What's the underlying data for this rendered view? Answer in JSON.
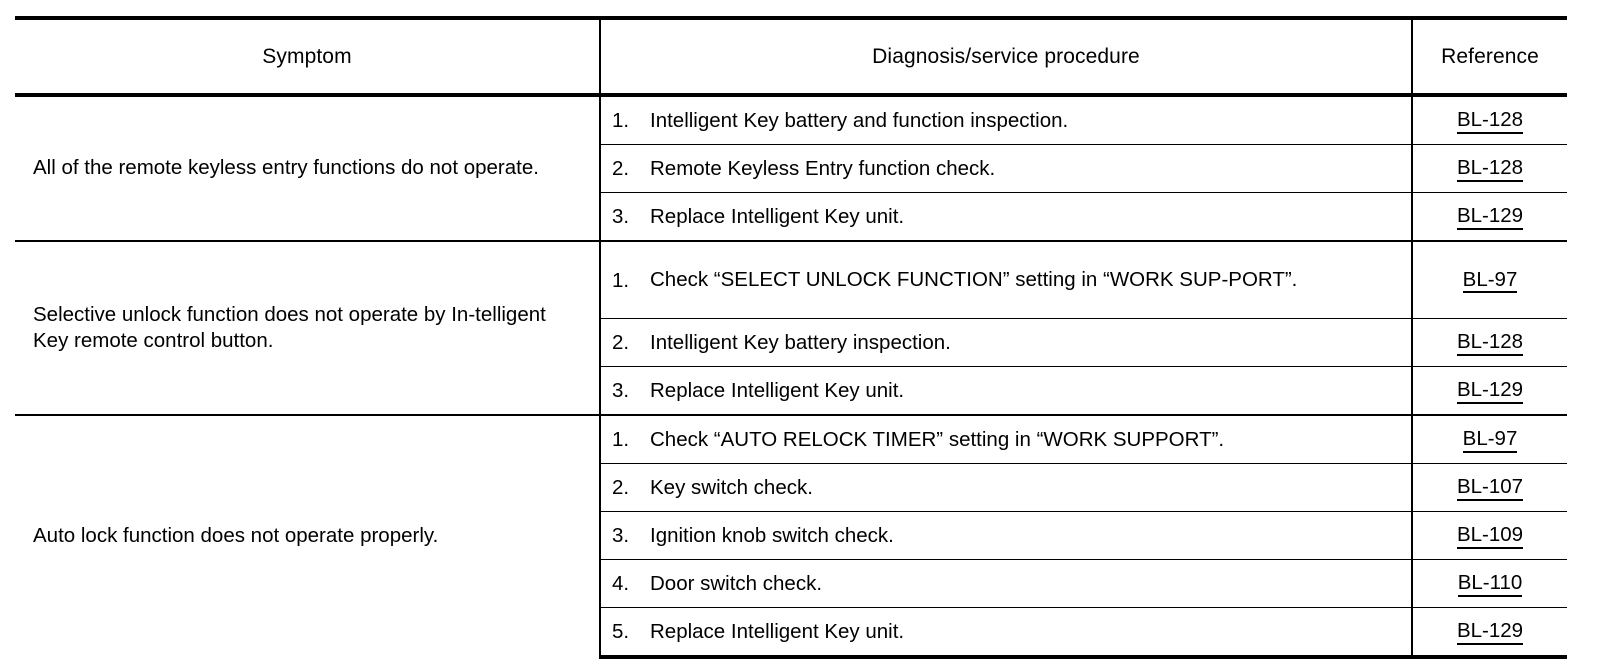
{
  "table": {
    "columns": {
      "symptom": "Symptom",
      "procedure": "Diagnosis/service procedure",
      "reference": "Reference"
    },
    "groups": [
      {
        "symptom": "All of the remote keyless entry functions do not operate.",
        "rows": [
          {
            "number": "1.",
            "procedure": "Intelligent Key battery and function inspection.",
            "reference": "BL-128"
          },
          {
            "number": "2.",
            "procedure": "Remote Keyless Entry function check.",
            "reference": "BL-128"
          },
          {
            "number": "3.",
            "procedure": "Replace Intelligent Key unit.",
            "reference": "BL-129"
          }
        ]
      },
      {
        "symptom": "Selective unlock function does not operate by In-telligent Key remote control button.",
        "rows": [
          {
            "number": "1.",
            "procedure": "Check “SELECT UNLOCK FUNCTION” setting in “WORK SUP-PORT”.",
            "reference": "BL-97"
          },
          {
            "number": "2.",
            "procedure": "Intelligent Key battery inspection.",
            "reference": "BL-128"
          },
          {
            "number": "3.",
            "procedure": "Replace Intelligent Key unit.",
            "reference": "BL-129"
          }
        ]
      },
      {
        "symptom": "Auto lock function does not operate properly.",
        "rows": [
          {
            "number": "1.",
            "procedure": "Check “AUTO RELOCK TIMER” setting in “WORK SUPPORT”.",
            "reference": "BL-97"
          },
          {
            "number": "2.",
            "procedure": "Key switch check.",
            "reference": "BL-107"
          },
          {
            "number": "3.",
            "procedure": "Ignition knob switch check.",
            "reference": "BL-109"
          },
          {
            "number": "4.",
            "procedure": "Door switch check.",
            "reference": "BL-110"
          },
          {
            "number": "5.",
            "procedure": "Replace Intelligent Key unit.",
            "reference": "BL-129"
          }
        ]
      }
    ]
  }
}
